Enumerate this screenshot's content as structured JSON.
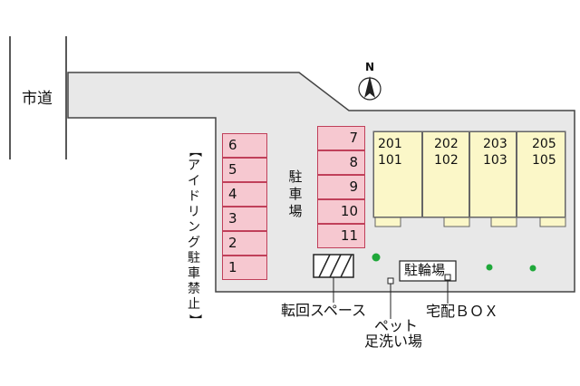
{
  "road": {
    "label": "市道"
  },
  "compass": {
    "letter": "N"
  },
  "no_idling": {
    "text": "【アイドリング駐車禁止】"
  },
  "parking_label": "駐車場",
  "parking_left": [
    "6",
    "5",
    "4",
    "3",
    "2",
    "1"
  ],
  "parking_right": [
    "7",
    "8",
    "9",
    "10",
    "11"
  ],
  "units": [
    {
      "upper": "201",
      "lower": "101"
    },
    {
      "upper": "202",
      "lower": "102"
    },
    {
      "upper": "203",
      "lower": "103"
    },
    {
      "upper": "205",
      "lower": "105"
    }
  ],
  "bicycle_parking": "駐輪場",
  "turning_space": "転回スペース",
  "pet_wash": {
    "line1": "ペット",
    "line2": "足洗い場"
  },
  "delivery_box": "宅配ＢＯＸ",
  "colors": {
    "lot": "#e8e8e8",
    "parking_fill": "#f6c8d0",
    "parking_border": "#c0405a",
    "unit_fill": "#fbf7c8",
    "tree": "#1fa83a"
  }
}
